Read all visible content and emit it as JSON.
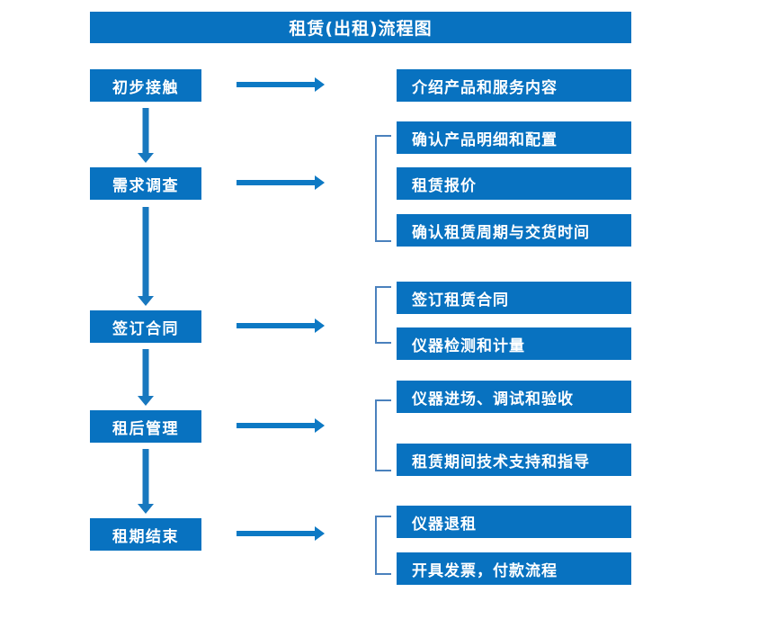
{
  "diagram": {
    "title": "租赁(出租)流程图",
    "colors": {
      "box_blue": "#0872c0",
      "arrow_blue": "#1878bf",
      "bracket_blue": "#4a81bd",
      "text_white": "#ffffff",
      "background": "#ffffff"
    },
    "stages": [
      {
        "label": "初步接触"
      },
      {
        "label": "需求调查"
      },
      {
        "label": "签订合同"
      },
      {
        "label": "租后管理"
      },
      {
        "label": "租期结束"
      }
    ],
    "details": [
      {
        "label": "介绍产品和服务内容"
      },
      {
        "label": "确认产品明细和配置"
      },
      {
        "label": "租赁报价"
      },
      {
        "label": "确认租赁周期与交货时间"
      },
      {
        "label": "签订租赁合同"
      },
      {
        "label": "仪器检测和计量"
      },
      {
        "label": "仪器进场、调试和验收"
      },
      {
        "label": "租赁期间技术支持和指导"
      },
      {
        "label": "仪器退租"
      },
      {
        "label": "开具发票，付款流程"
      }
    ],
    "connectors": {
      "vertical_arrow_count": 4,
      "horizontal_arrow_count": 5,
      "bracket_count": 4
    }
  }
}
